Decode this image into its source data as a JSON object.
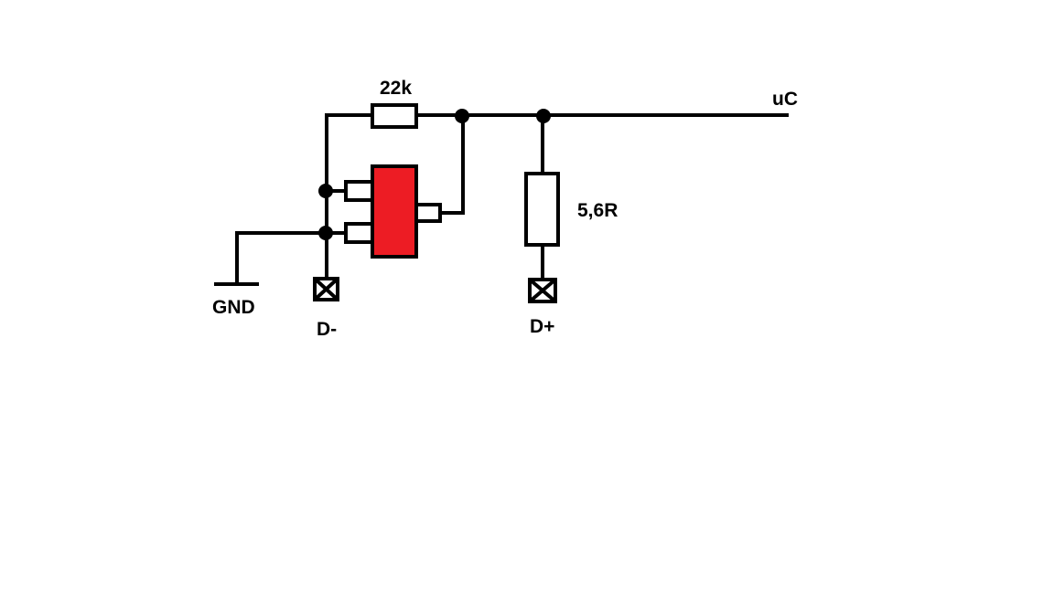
{
  "labels": {
    "resistor_top": "22k",
    "resistor_right": "5,6R",
    "uc": "uC",
    "gnd": "GND",
    "d_minus": "D-",
    "d_plus": "D+"
  },
  "colors": {
    "wire": "#000000",
    "ic_fill": "#ed1c24",
    "background": "#ffffff"
  },
  "icons": {
    "terminal": "crossed-box-terminal",
    "junction": "filled-dot"
  }
}
